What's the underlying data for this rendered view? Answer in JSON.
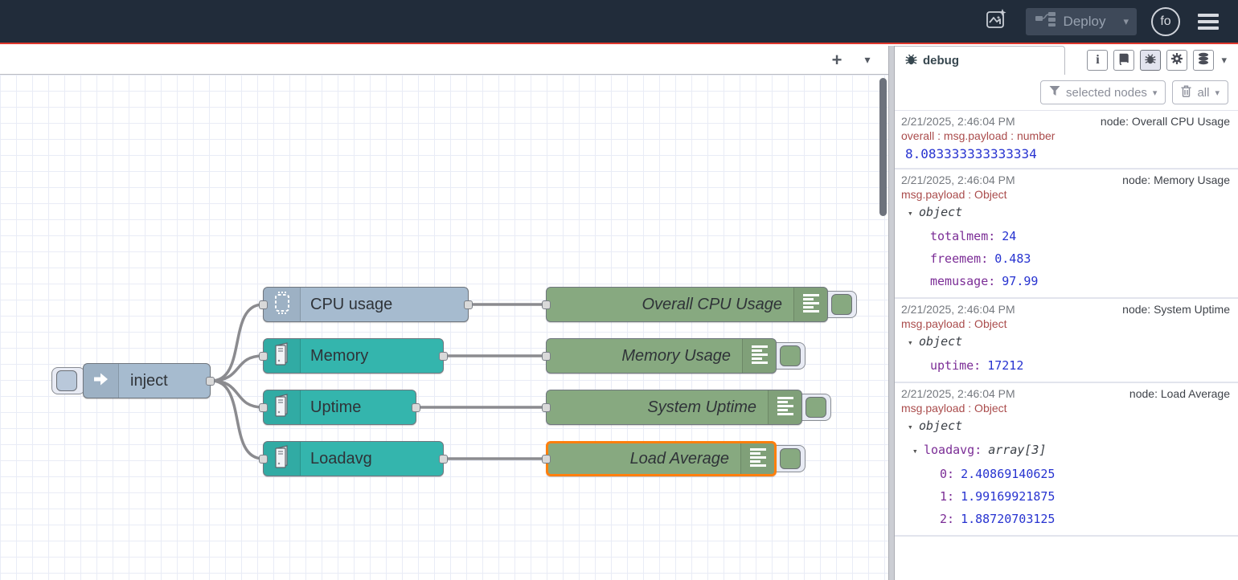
{
  "header": {
    "deploy_label": "Deploy",
    "user_initials": "fo"
  },
  "icons": {
    "plus": "+",
    "caret_down": "▾",
    "info": "i"
  },
  "colors": {
    "header_bg": "#212c3a",
    "header_accent_line": "#e0392e",
    "inject_node": "#a6bbcf",
    "os_node_teal": "#34b5ad",
    "debug_node_green": "#87a980",
    "selected_outline": "#ff7f0e",
    "wire": "#8b8b8f",
    "debug_key_purple": "#7b2d96",
    "debug_value_blue": "#2733d0",
    "debug_path_red": "#aa4c4c"
  },
  "flow": {
    "inject": {
      "label": "inject"
    },
    "cpu": {
      "label": "CPU usage"
    },
    "memory": {
      "label": "Memory"
    },
    "uptime": {
      "label": "Uptime"
    },
    "loadavg": {
      "label": "Loadavg"
    },
    "debug_cpu": {
      "label": "Overall CPU Usage"
    },
    "debug_mem": {
      "label": "Memory Usage"
    },
    "debug_uptime": {
      "label": "System Uptime"
    },
    "debug_load": {
      "label": "Load Average"
    }
  },
  "sidebar": {
    "tab_label": "debug",
    "filter_button_label": "selected nodes",
    "clear_button_label": "all"
  },
  "debug": {
    "messages": [
      {
        "timestamp": "2/21/2025, 2:46:04 PM",
        "source": "node: Overall CPU Usage",
        "path": "overall : msg.payload : number",
        "value": "8.083333333333334"
      },
      {
        "timestamp": "2/21/2025, 2:46:04 PM",
        "source": "node: Memory Usage",
        "path": "msg.payload : Object",
        "object_label": "object",
        "entries": [
          {
            "key": "totalmem:",
            "value": "24"
          },
          {
            "key": "freemem:",
            "value": "0.483"
          },
          {
            "key": "memusage:",
            "value": "97.99"
          }
        ]
      },
      {
        "timestamp": "2/21/2025, 2:46:04 PM",
        "source": "node: System Uptime",
        "path": "msg.payload : Object",
        "object_label": "object",
        "entries": [
          {
            "key": "uptime:",
            "value": "17212"
          }
        ]
      },
      {
        "timestamp": "2/21/2025, 2:46:04 PM",
        "source": "node: Load Average",
        "path": "msg.payload : Object",
        "object_label": "object",
        "array_key": "loadavg:",
        "array_type": "array[3]",
        "entries": [
          {
            "key": "0:",
            "value": "2.40869140625"
          },
          {
            "key": "1:",
            "value": "1.99169921875"
          },
          {
            "key": "2:",
            "value": "1.88720703125"
          }
        ]
      }
    ]
  }
}
